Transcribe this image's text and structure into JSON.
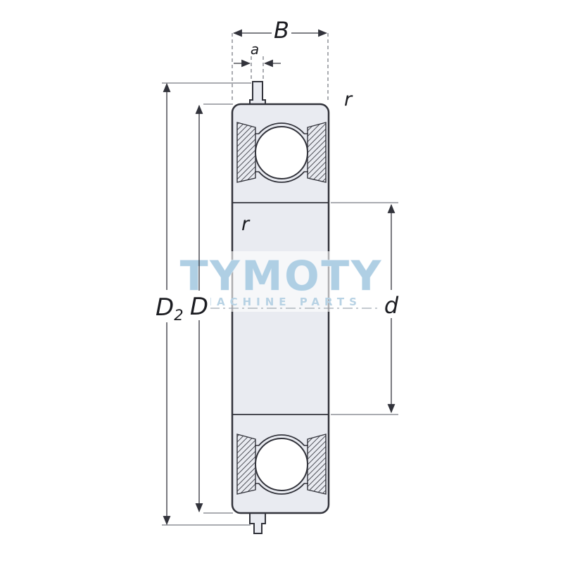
{
  "watermark": {
    "title": "TYMOTY",
    "subtitle": "MACHINE PARTS",
    "color": "#afcfe4"
  },
  "dimension_labels": {
    "width": "B",
    "snap_ring_groove": "a",
    "outer_corner_radius": "r",
    "inner_corner_radius": "r",
    "snap_ring_diameter_base": "D",
    "snap_ring_diameter_subscript": "2",
    "outer_diameter": "D",
    "bore_diameter": "d"
  },
  "drawing": {
    "subject": "deep-groove ball bearing with snap ring, cross-section",
    "body_fill": "#e9ebf1",
    "line_color": "#32333b"
  }
}
